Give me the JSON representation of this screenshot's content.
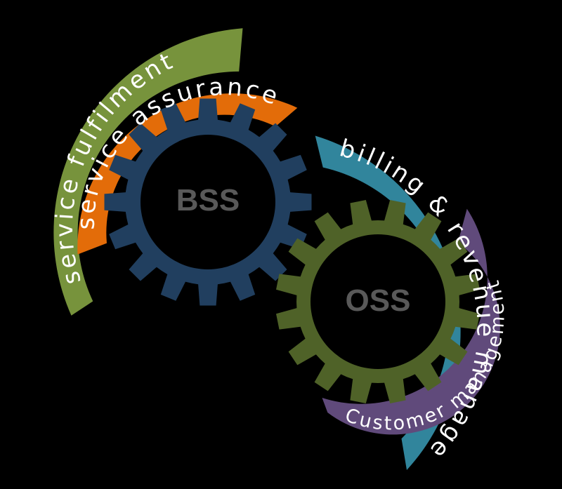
{
  "gears": [
    {
      "id": "bss",
      "label": "BSS",
      "color": "#213f5f",
      "label_color": "#595959"
    },
    {
      "id": "oss",
      "label": "OSS",
      "color": "#4f6228",
      "label_color": "#595959"
    }
  ],
  "bands": [
    {
      "id": "service-fulfilment",
      "label": "service fulfilment",
      "color": "#77933c"
    },
    {
      "id": "service-assurance",
      "label": "service assurance",
      "color": "#e36c09"
    },
    {
      "id": "billing-revenue-management",
      "label": "billing & revenue management",
      "color": "#31859c"
    },
    {
      "id": "customer-management",
      "label": "Customer management",
      "color": "#604a7b"
    }
  ]
}
